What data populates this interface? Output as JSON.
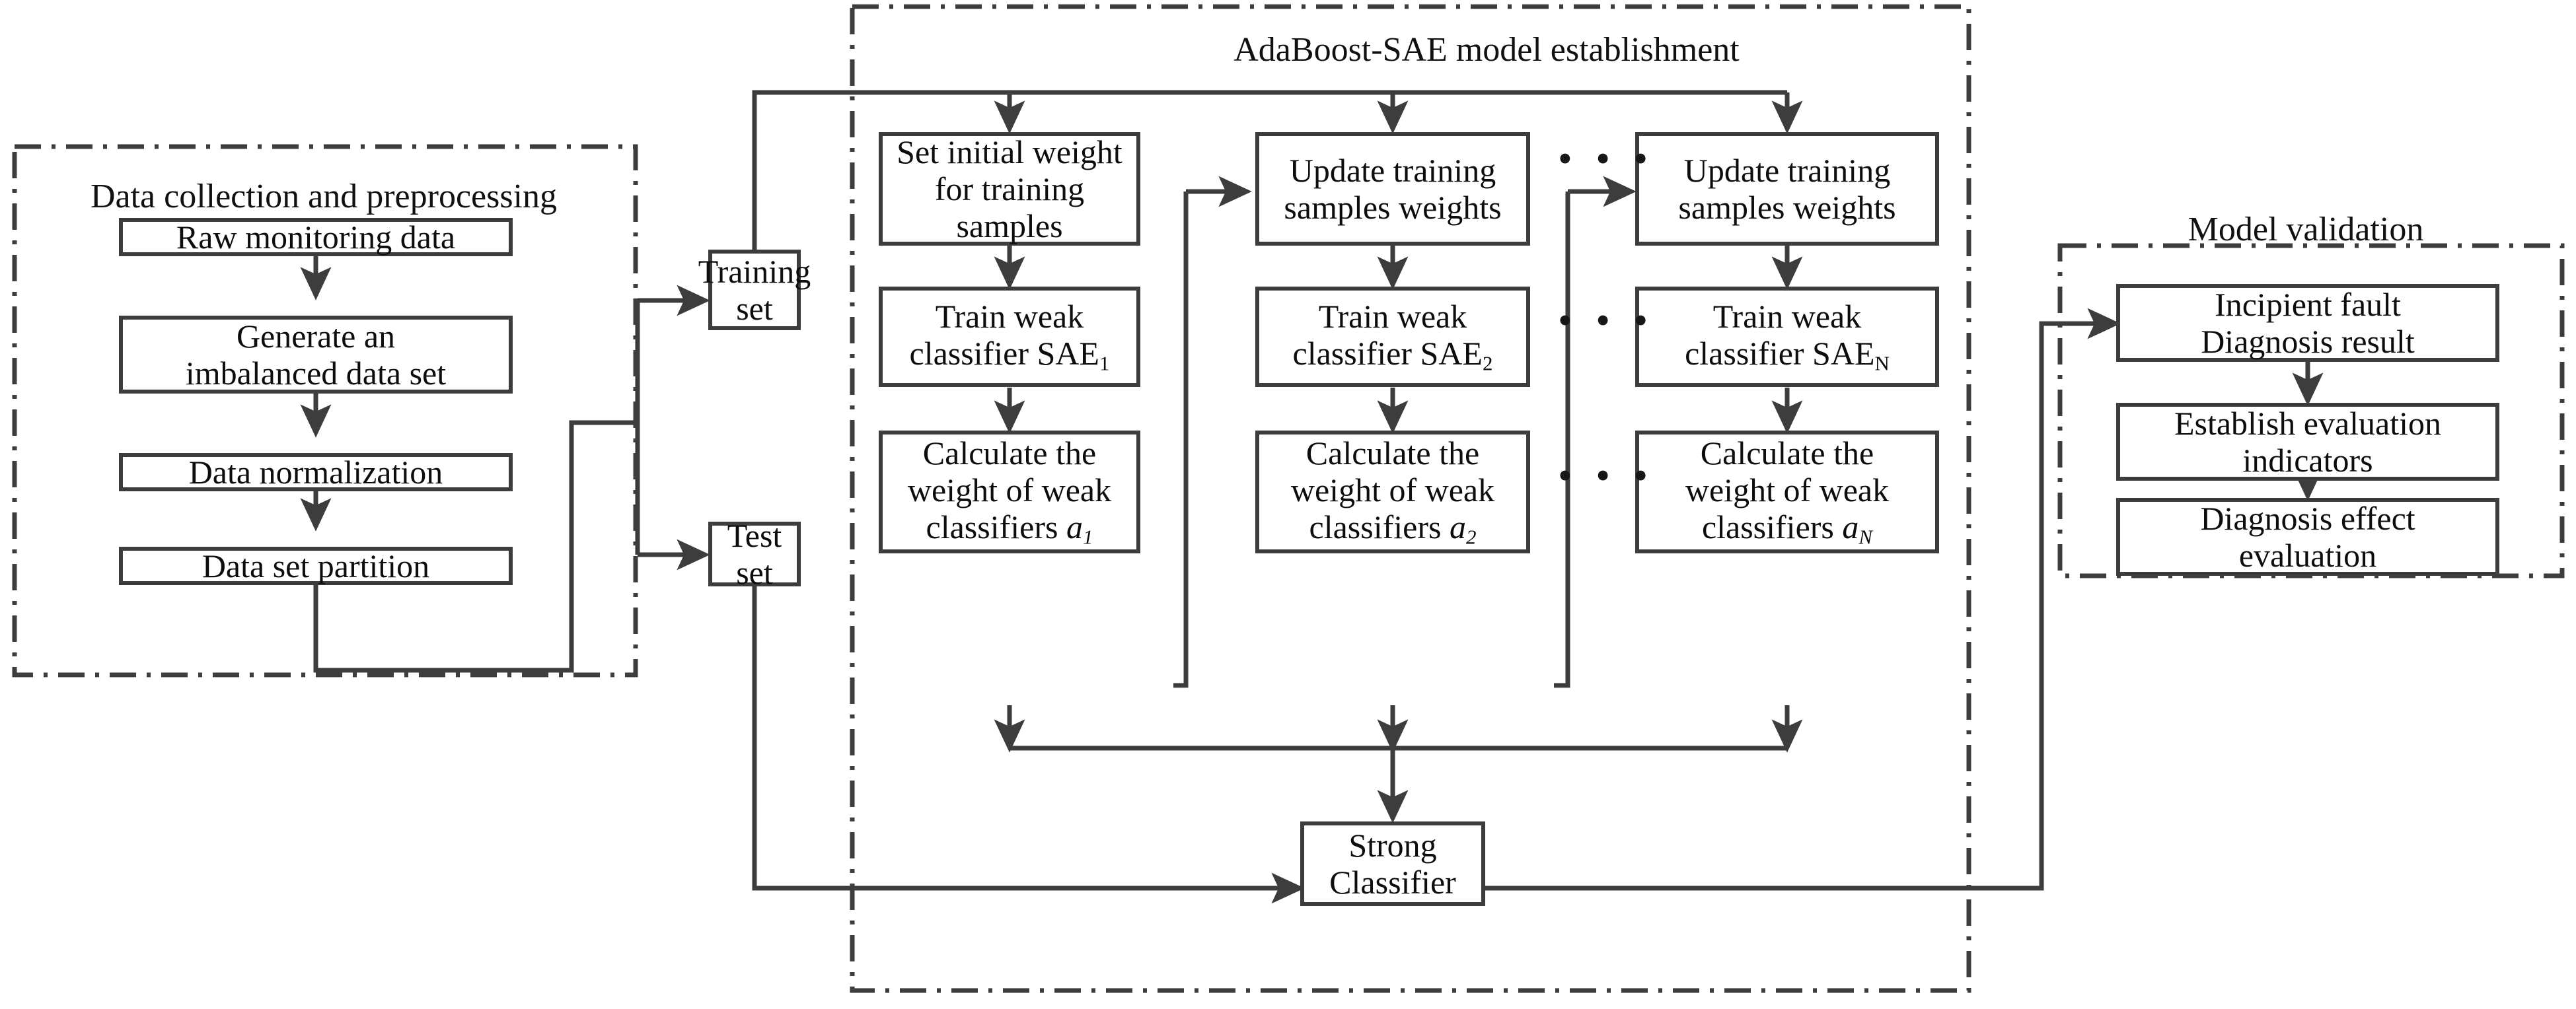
{
  "diagram": {
    "title": "AdaBoost-SAE incipient fault diagnosis flowchart",
    "line_color": "#3d3d3d",
    "text_color": "#0d0d0d",
    "background": "#ffffff"
  },
  "panels": {
    "data_collection": {
      "title": "Data collection and preprocessing"
    },
    "adaboost": {
      "title": "AdaBoost-SAE model establishment"
    },
    "validation": {
      "title": "Model validation"
    }
  },
  "left": {
    "boxes": [
      {
        "label": "Raw monitoring data"
      },
      {
        "label_line1": "Generate an",
        "label_line2": "imbalanced data set"
      },
      {
        "label": "Data normalization"
      },
      {
        "label": "Data set partition"
      }
    ]
  },
  "split": {
    "training_set_line1": "Training",
    "training_set_line2": "set",
    "test_set": "Test set"
  },
  "adaboost_columns": [
    {
      "row1_line1": "Set initial weight",
      "row1_line2": "for training",
      "row1_line3": "samples",
      "row2_line1": "Train weak",
      "row2_line2": "classifier SAE",
      "row2_sub": "1",
      "row3_line1": "Calculate the",
      "row3_line2": "weight of weak",
      "row3_line3": "classifiers ",
      "row3_sym": "a",
      "row3_sub": "1"
    },
    {
      "row1_line1": "Update training",
      "row1_line2": "samples weights",
      "row1_line3": "",
      "row2_line1": "Train weak",
      "row2_line2": "classifier SAE",
      "row2_sub": "2",
      "row3_line1": "Calculate the",
      "row3_line2": "weight of weak",
      "row3_line3": "classifiers ",
      "row3_sym": "a",
      "row3_sub": "2"
    },
    {
      "row1_line1": "Update training",
      "row1_line2": "samples weights",
      "row1_line3": "",
      "row2_line1": "Train weak",
      "row2_line2": "classifier SAE",
      "row2_sub": "N",
      "row3_line1": "Calculate the",
      "row3_line2": "weight of weak",
      "row3_line3": "classifiers ",
      "row3_sym": "a",
      "row3_sub": "N"
    }
  ],
  "ellipsis": {
    "glyph": "• • •"
  },
  "strong_classifier": {
    "line1": "Strong",
    "line2": "Classifier"
  },
  "validation": {
    "boxes": [
      {
        "line1": "Incipient fault",
        "line2": "Diagnosis result"
      },
      {
        "line1": "Establish evaluation",
        "line2": "indicators"
      },
      {
        "line1": "Diagnosis effect",
        "line2": "evaluation"
      }
    ]
  }
}
